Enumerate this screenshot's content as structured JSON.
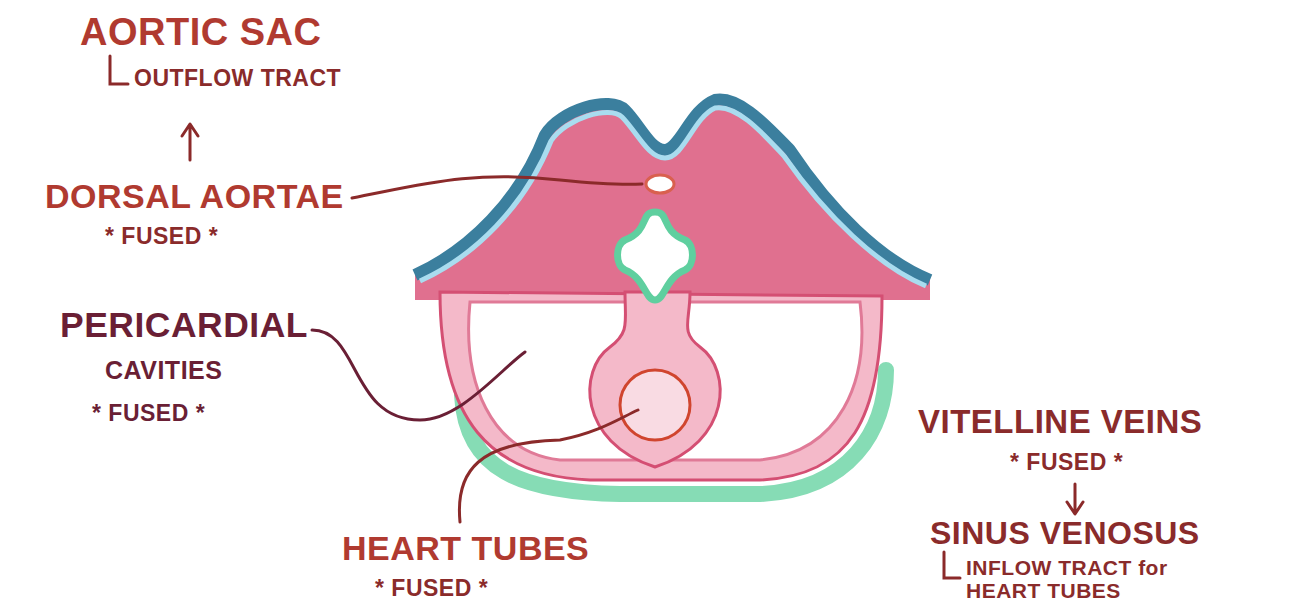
{
  "diagram": {
    "labels": [
      "AORTIC SAC",
      "OUTFLOW TRACT",
      "DORSAL AORTAE",
      "* FUSED *",
      "PERICARDIAL",
      "CAVITIES",
      "* FUSED *",
      "HEART TUBES",
      "* FUSED *",
      "VITELLINE VEINS",
      "* FUSED *",
      "SINUS VENOSUS",
      "INFLOW TRACT for HEART TUBES"
    ]
  }
}
